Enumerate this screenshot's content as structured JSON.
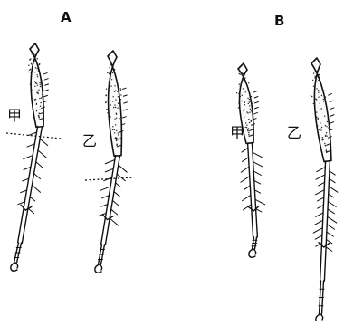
{
  "panels": [
    {
      "label": "A",
      "legs": [
        {
          "label": "甲",
          "tibia_cut_line": true
        },
        {
          "label": "乙",
          "tibia_cut_line": true
        }
      ]
    },
    {
      "label": "B",
      "legs": [
        {
          "label": "甲",
          "tibia_cut_line": false
        },
        {
          "label": "乙",
          "tibia_cut_line": false
        }
      ]
    }
  ]
}
